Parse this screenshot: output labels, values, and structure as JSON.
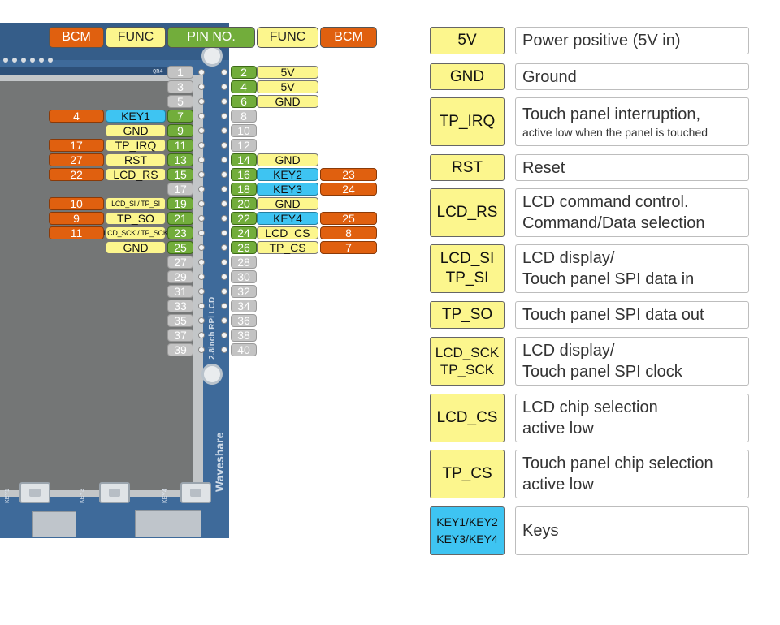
{
  "headers": {
    "bcm": "BCM",
    "func": "FUNC",
    "pin_no": "PIN NO."
  },
  "board": {
    "brand": "Waveshare",
    "model": "2.8inch RPi LCD",
    "part": "QR4 S265S01",
    "key_labels": [
      "KEY1",
      "KEY3",
      "KEY4"
    ]
  },
  "pins_left": [
    {
      "pin": "1",
      "func": "",
      "bcm": "",
      "color": "gray"
    },
    {
      "pin": "3",
      "func": "",
      "bcm": "",
      "color": "gray"
    },
    {
      "pin": "5",
      "func": "",
      "bcm": "",
      "color": "gray"
    },
    {
      "pin": "7",
      "func": "KEY1",
      "bcm": "4",
      "color": "green",
      "func_color": "cyan"
    },
    {
      "pin": "9",
      "func": "GND",
      "bcm": "",
      "color": "green"
    },
    {
      "pin": "11",
      "func": "TP_IRQ",
      "bcm": "17",
      "color": "green"
    },
    {
      "pin": "13",
      "func": "RST",
      "bcm": "27",
      "color": "green"
    },
    {
      "pin": "15",
      "func": "LCD_RS",
      "bcm": "22",
      "color": "green"
    },
    {
      "pin": "17",
      "func": "",
      "bcm": "",
      "color": "gray"
    },
    {
      "pin": "19",
      "func": "LCD_SI / TP_SI",
      "bcm": "10",
      "color": "green",
      "small": true
    },
    {
      "pin": "21",
      "func": "TP_SO",
      "bcm": "9",
      "color": "green"
    },
    {
      "pin": "23",
      "func": "LCD_SCK / TP_SCK",
      "bcm": "11",
      "color": "green",
      "small": true
    },
    {
      "pin": "25",
      "func": "GND",
      "bcm": "",
      "color": "green"
    },
    {
      "pin": "27",
      "func": "",
      "bcm": "",
      "color": "gray"
    },
    {
      "pin": "29",
      "func": "",
      "bcm": "",
      "color": "gray"
    },
    {
      "pin": "31",
      "func": "",
      "bcm": "",
      "color": "gray"
    },
    {
      "pin": "33",
      "func": "",
      "bcm": "",
      "color": "gray"
    },
    {
      "pin": "35",
      "func": "",
      "bcm": "",
      "color": "gray"
    },
    {
      "pin": "37",
      "func": "",
      "bcm": "",
      "color": "gray"
    },
    {
      "pin": "39",
      "func": "",
      "bcm": "",
      "color": "gray"
    }
  ],
  "pins_right": [
    {
      "pin": "2",
      "func": "5V",
      "bcm": "",
      "color": "green"
    },
    {
      "pin": "4",
      "func": "5V",
      "bcm": "",
      "color": "green"
    },
    {
      "pin": "6",
      "func": "GND",
      "bcm": "",
      "color": "green"
    },
    {
      "pin": "8",
      "func": "",
      "bcm": "",
      "color": "gray"
    },
    {
      "pin": "10",
      "func": "",
      "bcm": "",
      "color": "gray"
    },
    {
      "pin": "12",
      "func": "",
      "bcm": "",
      "color": "gray"
    },
    {
      "pin": "14",
      "func": "GND",
      "bcm": "",
      "color": "green"
    },
    {
      "pin": "16",
      "func": "KEY2",
      "bcm": "23",
      "color": "green",
      "func_color": "cyan"
    },
    {
      "pin": "18",
      "func": "KEY3",
      "bcm": "24",
      "color": "green",
      "func_color": "cyan"
    },
    {
      "pin": "20",
      "func": "GND",
      "bcm": "",
      "color": "green"
    },
    {
      "pin": "22",
      "func": "KEY4",
      "bcm": "25",
      "color": "green",
      "func_color": "cyan"
    },
    {
      "pin": "24",
      "func": "LCD_CS",
      "bcm": "8",
      "color": "green"
    },
    {
      "pin": "26",
      "func": "TP_CS",
      "bcm": "7",
      "color": "green"
    },
    {
      "pin": "28",
      "func": "",
      "bcm": "",
      "color": "gray"
    },
    {
      "pin": "30",
      "func": "",
      "bcm": "",
      "color": "gray"
    },
    {
      "pin": "32",
      "func": "",
      "bcm": "",
      "color": "gray"
    },
    {
      "pin": "34",
      "func": "",
      "bcm": "",
      "color": "gray"
    },
    {
      "pin": "36",
      "func": "",
      "bcm": "",
      "color": "gray"
    },
    {
      "pin": "38",
      "func": "",
      "bcm": "",
      "color": "gray"
    },
    {
      "pin": "40",
      "func": "",
      "bcm": "",
      "color": "gray"
    }
  ],
  "legend": [
    {
      "key": [
        "5V"
      ],
      "desc": [
        "Power positive (5V in)"
      ]
    },
    {
      "key": [
        "GND"
      ],
      "desc": [
        "Ground"
      ]
    },
    {
      "key": [
        "TP_IRQ"
      ],
      "desc": [
        "Touch panel interruption,"
      ],
      "sub": "active low when the panel is touched"
    },
    {
      "key": [
        "RST"
      ],
      "desc": [
        "Reset"
      ]
    },
    {
      "key": [
        "LCD_RS"
      ],
      "desc": [
        "LCD command control.",
        "Command/Data selection"
      ]
    },
    {
      "key": [
        "LCD_SI",
        "TP_SI"
      ],
      "desc": [
        "LCD display/",
        "Touch panel SPI data in"
      ]
    },
    {
      "key": [
        "TP_SO"
      ],
      "desc": [
        "Touch panel SPI data out"
      ]
    },
    {
      "key": [
        "LCD_SCK",
        "TP_SCK"
      ],
      "desc": [
        "LCD display/",
        "Touch panel SPI clock"
      ]
    },
    {
      "key": [
        "LCD_CS"
      ],
      "desc": [
        "LCD chip selection",
        "active low"
      ]
    },
    {
      "key": [
        "TP_CS"
      ],
      "desc": [
        "Touch panel chip selection",
        "active low"
      ]
    },
    {
      "key": [
        "KEY1/KEY2",
        "KEY3/KEY4"
      ],
      "desc": [
        "Keys"
      ],
      "key_color": "cyan"
    }
  ]
}
